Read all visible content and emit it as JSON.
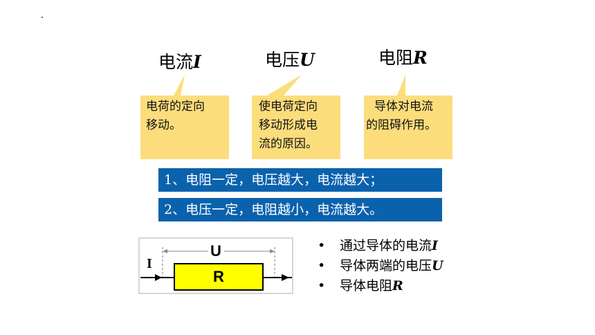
{
  "headings": [
    {
      "text": "电流",
      "symbol": "I"
    },
    {
      "text": "电压",
      "symbol": "U"
    },
    {
      "text": "电阻",
      "symbol": "R"
    }
  ],
  "callouts": [
    {
      "lines": [
        "电荷的定向",
        "移动。"
      ]
    },
    {
      "lines": [
        "使电荷定向",
        "移动形成电",
        "流的原因。"
      ]
    },
    {
      "lines": [
        "导体对电流",
        "的阻碍作用。"
      ]
    }
  ],
  "statements": [
    "1、电阻一定，电压越大，电流越大；",
    "2、电压一定，电阻越小，电流越大。"
  ],
  "circuit": {
    "voltage_label": "U",
    "current_label": "I",
    "resistor_label": "R"
  },
  "bullets": [
    {
      "text": "通过导体的电流",
      "symbol": "I"
    },
    {
      "text": "导体两端的电压",
      "symbol": "U"
    },
    {
      "text": "导体电阻",
      "symbol": "R"
    }
  ],
  "colors": {
    "callout_fill": "#fcdd7c",
    "band_fill": "#0a62ad",
    "resistor_fill": "#ffff00"
  }
}
